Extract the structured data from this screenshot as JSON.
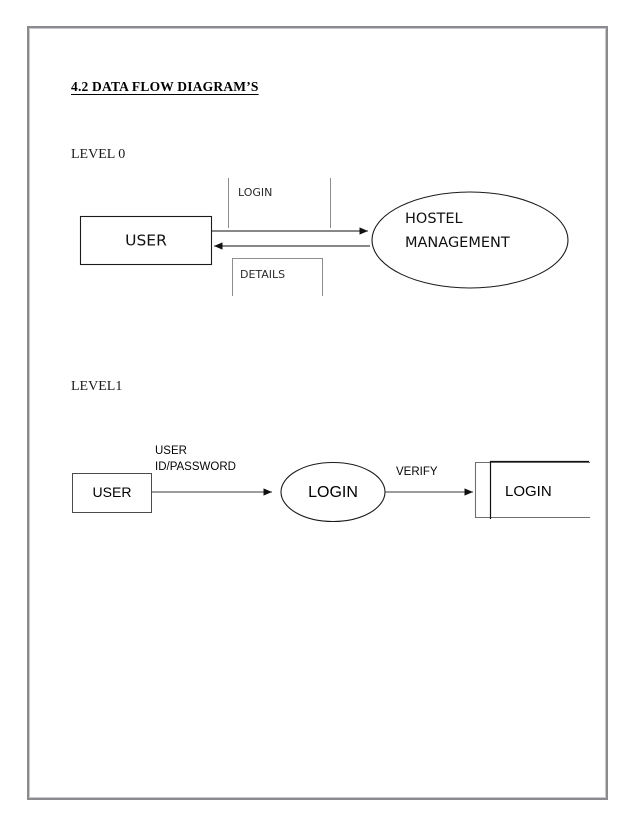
{
  "document": {
    "heading": "4.2 DATA  FLOW DIAGRAM’S",
    "sections": [
      {
        "label": "LEVEL 0"
      },
      {
        "label": "LEVEL1"
      }
    ]
  },
  "level0": {
    "entity_user": "USER",
    "process_hostel_line1": "HOSTEL",
    "process_hostel_line2": "MANAGEMENT",
    "flow_login": "LOGIN",
    "flow_details": "DETAILS"
  },
  "level1": {
    "entity_user": "USER",
    "flow_user_line1": "USER",
    "flow_user_line2": "ID/PASSWORD",
    "process_login": "LOGIN",
    "flow_verify": "VERIFY",
    "store_login": "LOGIN"
  },
  "colors": {
    "page_border": "#8b8b8f",
    "shape_stroke": "#1b1b1b",
    "label_bracket": "#8d8d8d",
    "text": "#111111",
    "background": "#ffffff"
  }
}
